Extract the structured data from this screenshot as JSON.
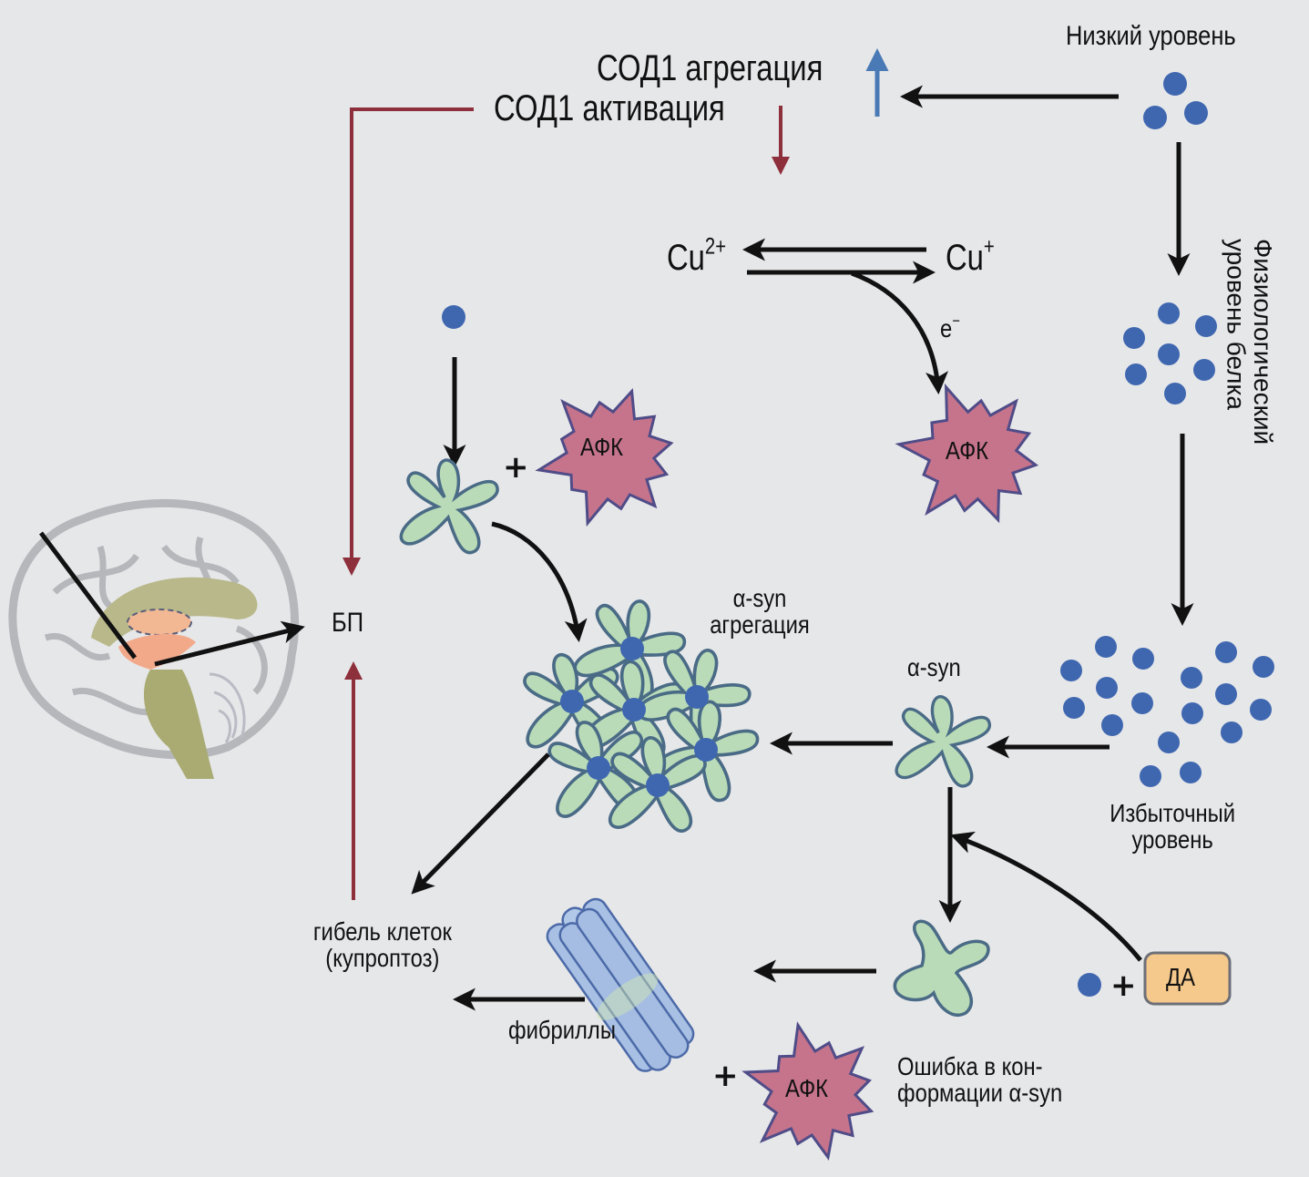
{
  "diagram": {
    "colors": {
      "background": "#e6e7e9",
      "molecule": "#3f67b0",
      "asyn_fill": "#b9dbb7",
      "asyn_stroke": "#4a6b86",
      "ros_fill": "#c5748c",
      "ros_stroke": "#4f4c88",
      "inhibit_arrow": "#8e2f3c",
      "up_arrow": "#4a7ab5",
      "da_fill": "#f5c98c",
      "fibril": "#a8c0e4"
    },
    "labels": {
      "sod1_aggregation": "СОД1 агрегация",
      "sod1_activation": "СОД1 активация",
      "low_level": "Низкий уровень",
      "physiological_level_line1": "Физиологический",
      "physiological_level_line2": "уровень белка",
      "cu2": "Cu",
      "cu2_charge": "2+",
      "cu1": "Cu",
      "cu1_charge": "+",
      "electron": "e",
      "electron_charge": "−",
      "ros_1": "АФК",
      "ros_2": "АФК",
      "ros_3": "АФК",
      "pd": "БП",
      "asyn_aggregation_line1": "α-syn",
      "asyn_aggregation_line2": "агрегация",
      "asyn": "α-syn",
      "excess_level_line1": "Избыточный",
      "excess_level_line2": "уровень",
      "cell_death_line1": "гибель клеток",
      "cell_death_line2": "(купроптоз)",
      "fibrils": "фибриллы",
      "misfolding_line1": "Ошибка в кон-",
      "misfolding_line2": "формации α-syn",
      "dopamine": "ДА",
      "plus": "+"
    }
  }
}
